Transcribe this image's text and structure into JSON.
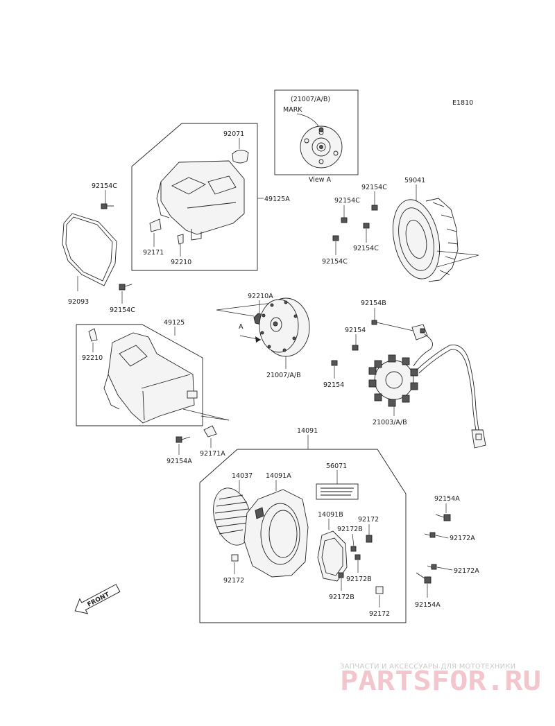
{
  "diagram": {
    "code": "E1810",
    "view": {
      "callout": "(21007/A/B)",
      "mark": "MARK",
      "caption": "View A",
      "arrow_letter": "A"
    },
    "parts": {
      "p92071": "92071",
      "p49125A": "49125A",
      "p92154C_a": "92154C",
      "p92171": "92171",
      "p92210_a": "92210",
      "p92093": "92093",
      "p92154C_b": "92154C",
      "p59041": "59041",
      "p92154C_c": "92154C",
      "p92154C_d": "92154C",
      "p92154C_e": "92154C",
      "p92154C_f": "92154C",
      "p92210A": "92210A",
      "p21007": "21007/A/B",
      "p92154B": "92154B",
      "p92154_a": "92154",
      "p92154_b": "92154",
      "p21003": "21003/A/B",
      "p49125": "49125",
      "p92210_b": "92210",
      "p92154A_a": "92154A",
      "p92171A": "92171A",
      "p14091": "14091",
      "p56071": "56071",
      "p14037": "14037",
      "p14091A": "14091A",
      "p14091B": "14091B",
      "p92172_a": "92172",
      "p92172B_a": "92172B",
      "p92172_b": "92172",
      "p92172B_b": "92172B",
      "p92172B_c": "92172B",
      "p92172_c": "92172",
      "p92154A_b": "92154A",
      "p92172A_a": "92172A",
      "p92172A_b": "92172A",
      "p92154A_c": "92154A"
    },
    "front": "FRONT"
  },
  "watermark": {
    "tagline": "ЗАПЧАСТИ И АКСЕССУАРЫ ДЛЯ МОТОТЕХНИКИ",
    "brand": "PARTSFOR.RU"
  }
}
